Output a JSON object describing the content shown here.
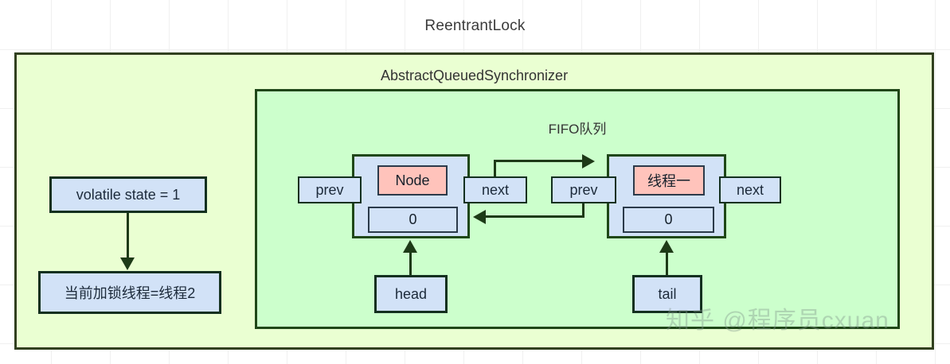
{
  "diagram": {
    "outer_title": "ReentrantLock",
    "aqs_title": "AbstractQueuedSynchronizer",
    "fifo_title": "FIFO队列",
    "colors": {
      "panel_outer_fill": "#eaffd2",
      "panel_inner_fill": "#ccffcc",
      "box_fill": "#d2e2f7",
      "highlight_fill": "#ffc3bb",
      "stroke": "#1d3a17",
      "canvas": "#ffffff"
    }
  },
  "state": {
    "volatile_state": "volatile state  =  1",
    "current_lock_thread": "当前加锁线程=线程2"
  },
  "queue": {
    "nodes": [
      {
        "prev_label": "prev",
        "payload": "Node",
        "wait_status": "0",
        "next_label": "next",
        "pointer_label": "head"
      },
      {
        "prev_label": "prev",
        "payload": "线程一",
        "wait_status": "0",
        "next_label": "next",
        "pointer_label": "tail"
      }
    ]
  },
  "watermark": {
    "text": "知乎 @程序员cxuan"
  }
}
